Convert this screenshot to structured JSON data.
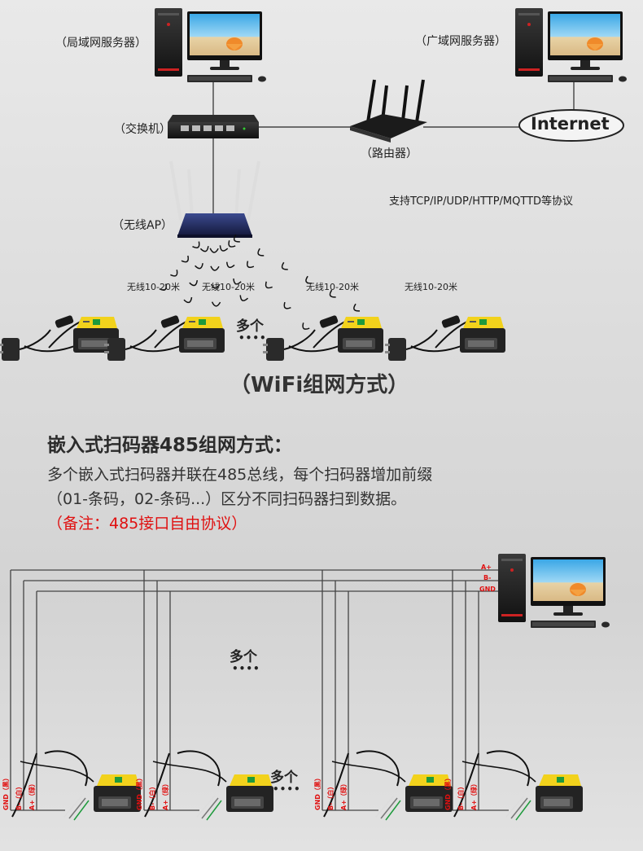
{
  "labels": {
    "lan_server": "（局域网服务器）",
    "wan_server": "（广域网服务器）",
    "switch": "（交换机）",
    "router": "（路由器）",
    "internet": "Internet",
    "protocols": "支持TCP/IP/UDP/HTTP/MQTTD等协议",
    "ap": "（无线AP）",
    "wireless_range": [
      "无线10-20米",
      "无线10-20米",
      "无线10-20米",
      "无线10-20米"
    ],
    "many_top": "多个",
    "dots": "••••",
    "wifi_caption": "（WiFi组网方式）"
  },
  "section485": {
    "title": "嵌入式扫码器485组网方式：",
    "line1": "多个嵌入式扫码器并联在485总线，每个扫码器增加前缀",
    "line2": "（01-条码，02-条码...）区分不同扫码器扫到数据。",
    "note": "（备注：485接口自由协议）",
    "bus_labels": [
      "A+",
      "B-",
      "GND"
    ],
    "many_mid": "多个",
    "many_bottom": "多个",
    "scanner_wire_labels": [
      "GND（黑）",
      "B-（白）",
      "A+（绿）"
    ]
  },
  "colors": {
    "red": "#e01010",
    "line": "#555555",
    "scanner_yellow": "#f2d21c"
  }
}
